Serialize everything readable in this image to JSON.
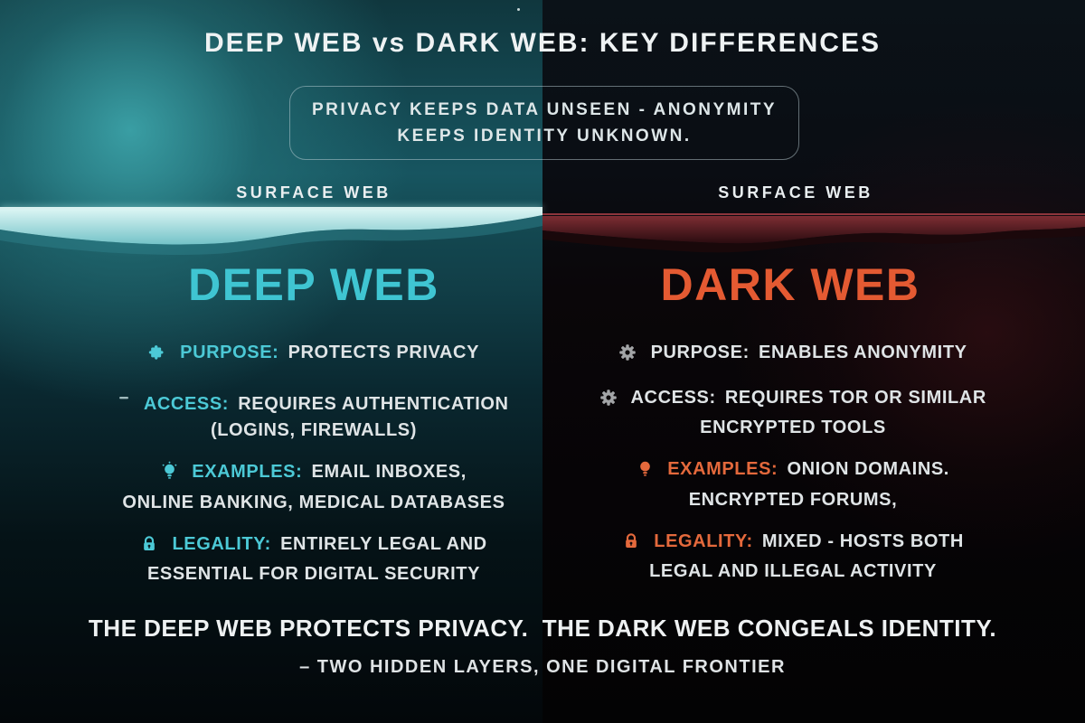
{
  "title": "DEEP WEB vs DARK WEB: KEY DIFFERENCES",
  "quote": {
    "line1": "PRIVACY KEEPS DATA UNSEEN - ANONYMITY",
    "line2": "KEEPS IDENTITY UNKNOWN."
  },
  "colors": {
    "deep_web_accent": "#3FC5D2",
    "dark_web_accent": "#E45A32",
    "gear_icon_gray": "#A3A5A7",
    "body_text": "#DFE4E6",
    "left_water_band": "#AFDFE0",
    "right_wave_band": "#7D2D33"
  },
  "left": {
    "surface_label": "SURFACE WEB",
    "heading": "DEEP WEB",
    "items": [
      {
        "icon": "puzzle-icon",
        "label": "PURPOSE:",
        "text": "PROTECTS PRIVACY",
        "text2": ""
      },
      {
        "icon": "dash-icon",
        "label": "ACCESS:",
        "text": "REQUIRES AUTHENTICATION",
        "text2": "(LOGINS, FIREWALLS)"
      },
      {
        "icon": "lightbulb-icon",
        "label": "EXAMPLES:",
        "text": "EMAIL INBOXES,",
        "text2": "ONLINE BANKING, MEDICAL DATABASES"
      },
      {
        "icon": "lock-icon",
        "label": "LEGALITY:",
        "text": "ENTIRELY LEGAL AND",
        "text2": "ESSENTIAL FOR DIGITAL SECURITY"
      }
    ]
  },
  "right": {
    "surface_label": "SURFACE WEB",
    "heading": "DARK WEB",
    "items": [
      {
        "icon": "gear-icon",
        "label": "PURPOSE:",
        "text": "ENABLES ANONYMITY",
        "text2": ""
      },
      {
        "icon": "gear-icon",
        "label": "ACCESS:",
        "text": "REQUIRES TOR OR SIMILAR",
        "text2": "ENCRYPTED TOOLS"
      },
      {
        "icon": "lightbulb-icon",
        "label": "EXAMPLES:",
        "text": "ONION DOMAINS.",
        "text2": "ENCRYPTED FORUMS,"
      },
      {
        "icon": "lock-icon",
        "label": "LEGALITY:",
        "text": "MIXED - HOSTS BOTH",
        "text2": "LEGAL AND ILLEGAL ACTIVITY"
      }
    ]
  },
  "footer": {
    "summary": "THE DEEP WEB PROTECTS PRIVACY.  THE DARK WEB CONGEALS IDENTITY.",
    "tagline": "– TWO HIDDEN LAYERS, ONE DIGITAL FRONTIER"
  }
}
